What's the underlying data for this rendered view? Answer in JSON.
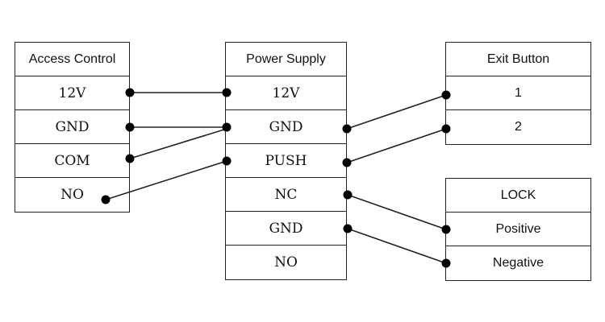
{
  "access_control": {
    "title": "Access Control",
    "terminals": [
      "12V",
      "GND",
      "COM",
      "NO"
    ]
  },
  "power_supply": {
    "title": "Power Supply",
    "terminals": [
      "12V",
      "GND",
      "PUSH",
      "NC",
      "GND",
      "NO"
    ]
  },
  "exit_button": {
    "title": "Exit Button",
    "terminals": [
      "1",
      "2"
    ]
  },
  "lock": {
    "title": "LOCK",
    "terminals": [
      "Positive",
      "Negative"
    ]
  },
  "colors": {
    "line": "#222222",
    "dot": "#000000"
  },
  "connections": [
    {
      "from": "access_control.12V",
      "to": "power_supply.12V"
    },
    {
      "from": "access_control.GND",
      "to": "power_supply.GND"
    },
    {
      "from": "access_control.COM",
      "to": "power_supply.GND"
    },
    {
      "from": "access_control.NO",
      "to": "power_supply.PUSH"
    },
    {
      "from": "power_supply.GND",
      "to": "exit_button.1"
    },
    {
      "from": "power_supply.PUSH",
      "to": "exit_button.2"
    },
    {
      "from": "power_supply.NC",
      "to": "lock.Positive"
    },
    {
      "from": "power_supply.GND_2",
      "to": "lock.Negative"
    }
  ]
}
